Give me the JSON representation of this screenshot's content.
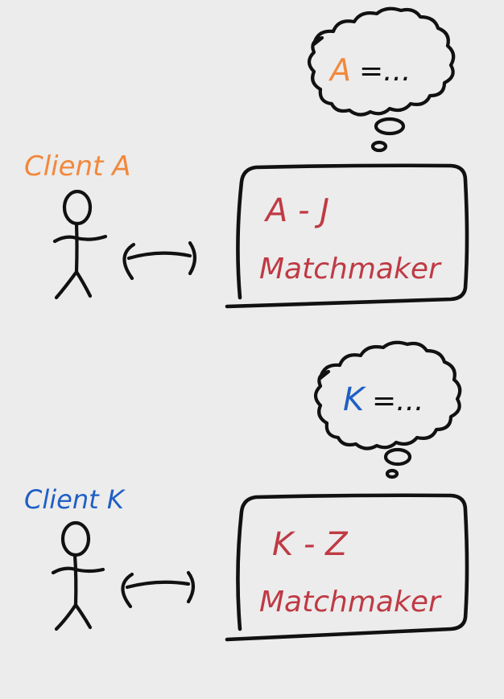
{
  "colors": {
    "background": "#ececec",
    "ink": "#111111",
    "client_a": "#f2883c",
    "client_k": "#1f5fc4",
    "matchmaker": "#bf3a44"
  },
  "section_a": {
    "client_label": "Client A",
    "thought": {
      "key": "A",
      "rest": "=..."
    },
    "matchmaker": {
      "range": "A - J",
      "name": "Matchmaker"
    }
  },
  "section_k": {
    "client_label": "Client K",
    "thought": {
      "key": "K",
      "rest": "=..."
    },
    "matchmaker": {
      "range": "K - Z",
      "name": "Matchmaker"
    }
  }
}
